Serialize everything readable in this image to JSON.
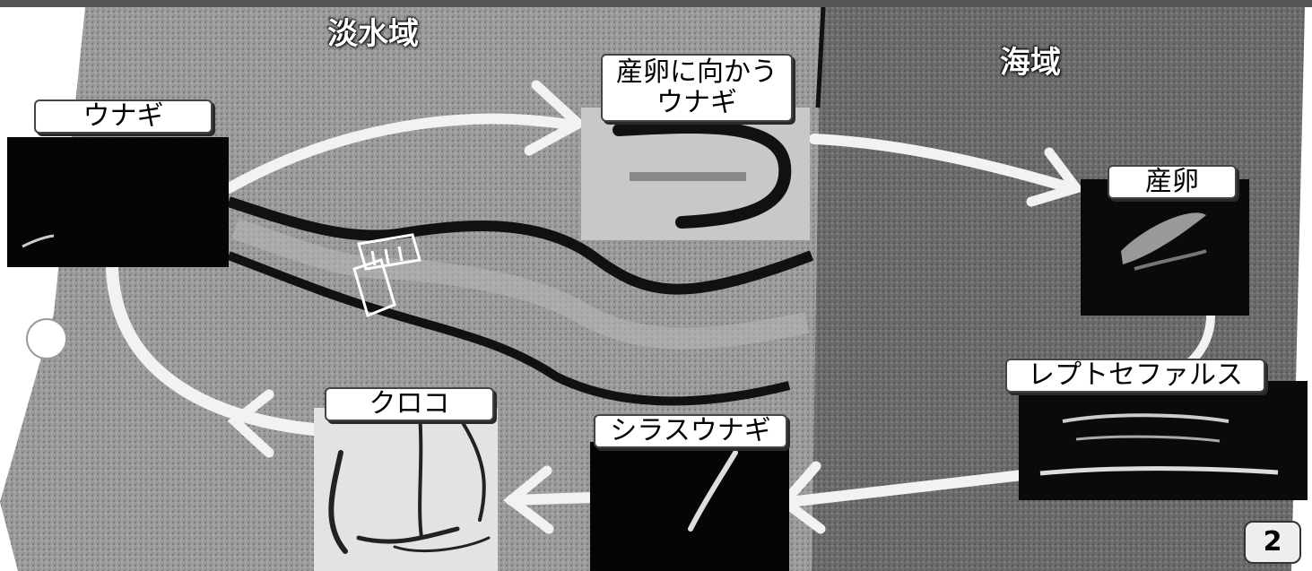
{
  "regions": {
    "freshwater": "淡水域",
    "sea": "海域"
  },
  "stages": {
    "eel": "ウナギ",
    "spawning_eel_line1": "産卵に向かう",
    "spawning_eel_line2": "ウナギ",
    "spawning": "産卵",
    "leptocephalus": "レプトセファルス",
    "glass_eel": "シラスウナギ",
    "elver": "クロコ"
  },
  "page_number": "2",
  "colors": {
    "sea_bg": "#6a6a6a",
    "fresh_bg": "#9a9a9a",
    "arrow": "#f2f2f2",
    "river_edge": "#111111"
  }
}
